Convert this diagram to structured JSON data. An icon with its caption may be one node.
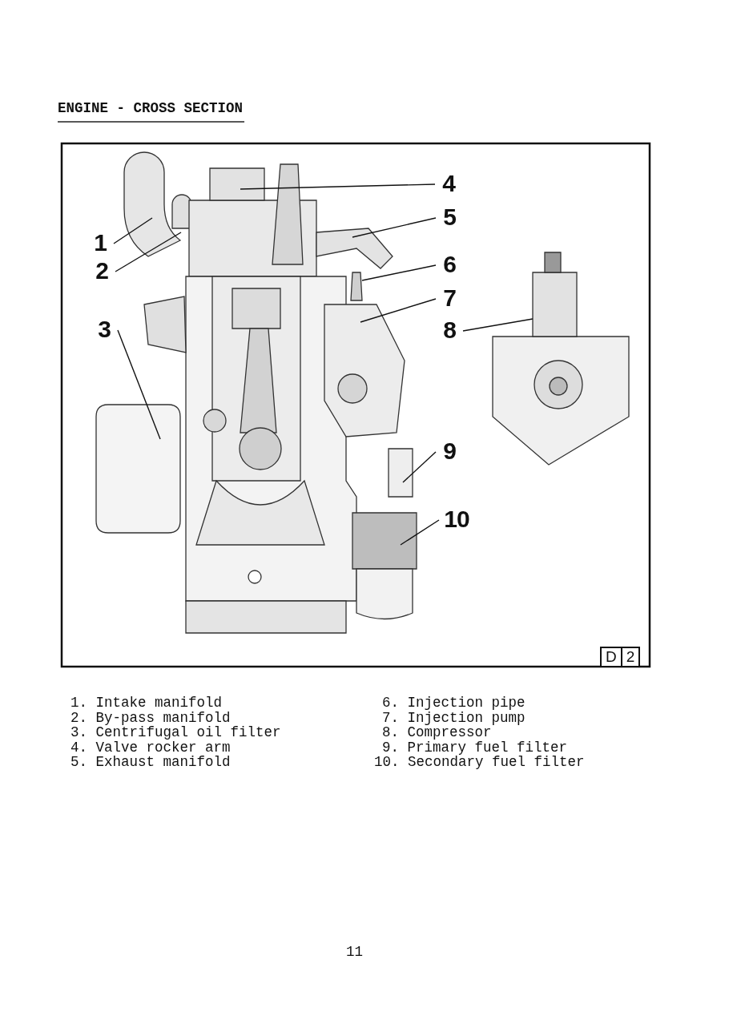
{
  "diagram": {
    "title": "ENGINE - CROSS SECTION",
    "nodes": [
      {
        "text": [
          "1"
        ]
      },
      {
        "text": [
          "2"
        ]
      },
      {
        "text": [
          "3"
        ]
      },
      {
        "text": [
          "4"
        ]
      },
      {
        "text": [
          "5"
        ]
      },
      {
        "text": [
          "6"
        ]
      },
      {
        "text": [
          "7"
        ]
      },
      {
        "text": [
          "8"
        ]
      },
      {
        "text": [
          "9"
        ]
      },
      {
        "text": [
          "10"
        ]
      },
      {
        "text": [
          "D",
          "2"
        ]
      }
    ],
    "edges": [
      {
        "from": 0,
        "to": null,
        "arrow": "none"
      },
      {
        "from": 1,
        "to": null,
        "arrow": "none"
      },
      {
        "from": 2,
        "to": null,
        "arrow": "none"
      },
      {
        "from": 3,
        "to": null,
        "arrow": "none"
      },
      {
        "from": 4,
        "to": null,
        "arrow": "none"
      },
      {
        "from": 5,
        "to": null,
        "arrow": "none"
      },
      {
        "from": 6,
        "to": null,
        "arrow": "none"
      },
      {
        "from": 7,
        "to": null,
        "arrow": "none"
      },
      {
        "from": 8,
        "to": null,
        "arrow": "none"
      },
      {
        "from": 9,
        "to": null,
        "arrow": "none"
      }
    ],
    "labels": [
      "1. Intake manifold",
      "2. By-pass manifold",
      "3. Centrifugal oil filter",
      "4. Valve rocker arm",
      "5. Exhaust manifold",
      "6. Injection pipe",
      "7. Injection pump",
      "8. Compressor",
      "9. Primary fuel filter",
      "10. Secondary fuel filter",
      "11"
    ]
  }
}
